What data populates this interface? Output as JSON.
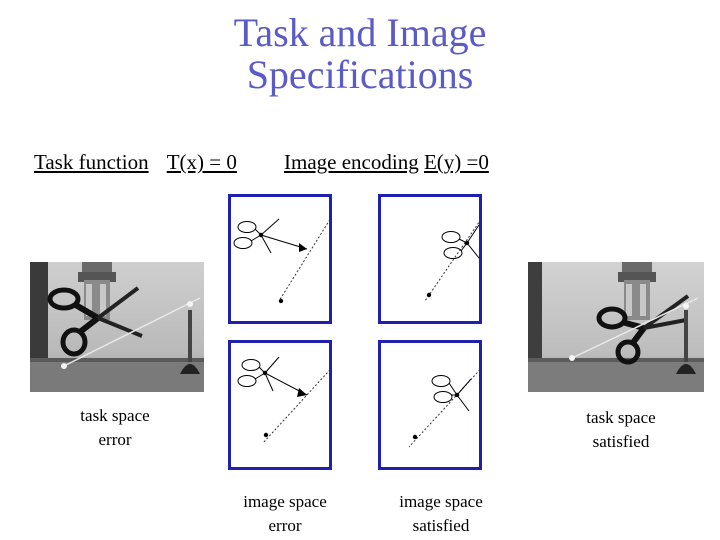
{
  "slide": {
    "title_line1": "Task and Image",
    "title_line2": "Specifications",
    "task_function_label": "Task function",
    "task_function_eq": "T(x) = 0",
    "image_encoding_label": "Image encoding",
    "image_encoding_eq": "E(y) =0",
    "left_caption_line1": "task space",
    "left_caption_line2": "error",
    "right_caption_line1": "task space",
    "right_caption_line2": "satisfied",
    "bottom_left_caption_line1": "image space",
    "bottom_left_caption_line2": "error",
    "bottom_right_caption_line1": "image space",
    "bottom_right_caption_line2": "satisfied"
  },
  "colors": {
    "title": "#5a5ac8",
    "panel_border": "#2020b0"
  }
}
